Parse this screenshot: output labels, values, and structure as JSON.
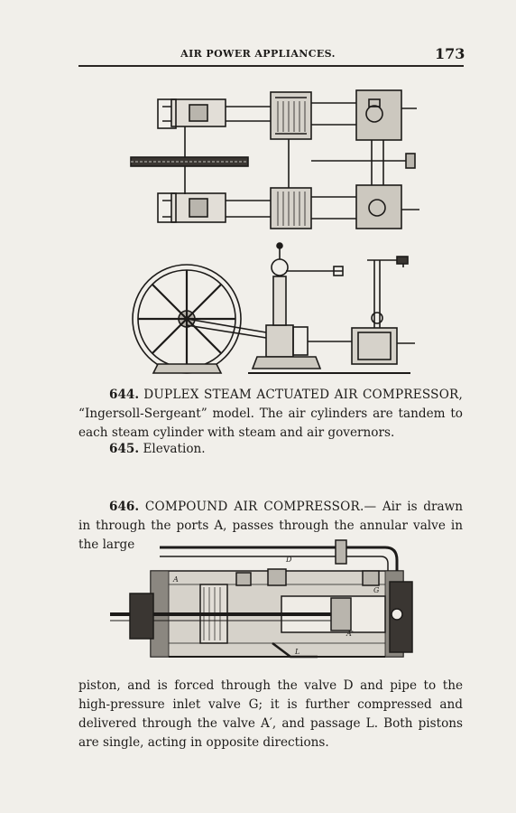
{
  "header": {
    "title": "AIR POWER APPLIANCES.",
    "page_number": "173"
  },
  "figure_labels": {
    "A_label": "A",
    "A_prime_label": "A'",
    "G_label": "G",
    "L_label": "L",
    "D_label": "D"
  },
  "paragraphs": {
    "p644_num": "644.",
    "p644_title": "DUPLEX STEAM ACTUATED AIR COMPRESSOR,",
    "p644_body": "“Ingersoll-Sergeant” model. The air cylinders are tandem to each steam cylinder with steam and air governors.",
    "p645_num": "645.",
    "p645_body": "Elevation.",
    "p646_num": "646.",
    "p646_title": "COMPOUND AIR COMPRESSOR.",
    "p646_body": "— Air is drawn in through the ports A, passes through the annular valve in the large",
    "p646_cont": "piston, and is forced through the valve D and pipe to the high-pressure inlet valve G; it is further compressed and delivered through the valve A′, and passage L. Both pistons are single, acting in opposite directions."
  }
}
